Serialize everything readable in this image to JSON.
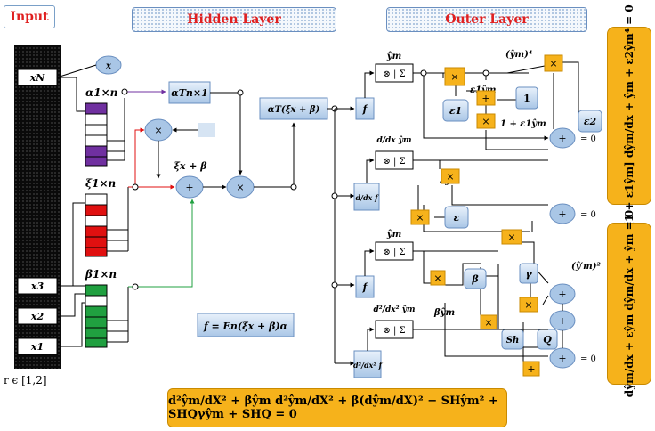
{
  "headers": {
    "input": "Input",
    "hidden": "Hidden Layer",
    "outer": "Outer Layer"
  },
  "input_column": {
    "labels": [
      "xN",
      "x3",
      "x2",
      "x1"
    ],
    "range": "r ϵ [1,2]"
  },
  "weights": {
    "alpha": "α1×n",
    "xi": "ξ1×n",
    "beta": "β1×n",
    "alpha_T": "αTn×1",
    "x_node": "x"
  },
  "hidden_nodes": {
    "mult_top": "×",
    "sum": "+",
    "xi_x_beta": "ξx + β",
    "mult_mid": "×",
    "alpha_expr": "αT(ξx + β)",
    "f_def": "f = En(ξx + β)α"
  },
  "outer": {
    "f_boxes": [
      "f",
      "d/dx f",
      "f",
      "d²/dx² f"
    ],
    "sum_boxes": [
      "⊗ | Σ",
      "⊗ | Σ",
      "⊗ | Σ",
      "⊗ | Σ"
    ],
    "out_labels": [
      "ŷm",
      "d/dx ŷm",
      "ŷm",
      "d²/dx² ŷm"
    ],
    "eps1": "ε1",
    "eps2": "ε2",
    "one": "1",
    "eps": "ε",
    "beta": "β",
    "gamma": "γ",
    "Sh": "Sh",
    "Q": "Q",
    "eq_zero": "= 0",
    "labels": {
      "y4": "(ŷm)⁴",
      "eps1y": "ε1ŷm",
      "one_plus": "1 + ε1ŷm",
      "epsy": "εŷm",
      "betay": "βŷm",
      "yprime2": "(ŷ′m)²"
    }
  },
  "equations": {
    "side_top": "[1 + ε1ŷm] dŷm/dx + ŷm + ε2ŷm⁴ = 0",
    "side_bottom": "dŷm/dx + εŷm dŷm/dx + ŷm = 0",
    "bottom": "d²ŷm/dX² + βŷm d²ŷm/dX² + β(dŷm/dX)² − SHŷm² + SHQγŷm + SHQ = 0"
  }
}
